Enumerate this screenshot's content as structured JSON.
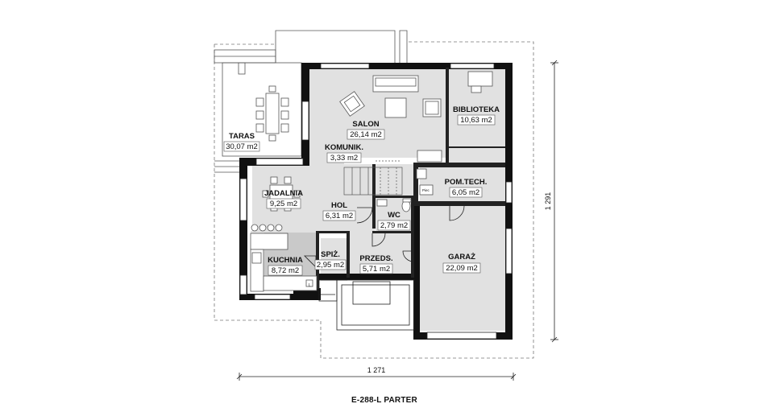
{
  "plan": {
    "caption": "E-288-L PARTER",
    "dim_width": "1 271",
    "dim_height": "1 291",
    "rooms": [
      {
        "name": "TARAS",
        "area": "30,07 m2"
      },
      {
        "name": "SALON",
        "area": "26,14 m2"
      },
      {
        "name": "BIBLIOTEKA",
        "area": "10,63 m2"
      },
      {
        "name": "KOMUNIK.",
        "area": "3,33 m2"
      },
      {
        "name": "JADALNIA",
        "area": "9,25 m2"
      },
      {
        "name": "HOL",
        "area": "6,31 m2"
      },
      {
        "name": "WC",
        "area": "2,79 m2"
      },
      {
        "name": "POM.TECH.",
        "area": "6,05 m2"
      },
      {
        "name": "GARAŻ",
        "area": "22,09 m2"
      },
      {
        "name": "KUCHNIA",
        "area": "8,72 m2"
      },
      {
        "name": "SPIŻ.",
        "area": "2,95 m2"
      },
      {
        "name": "PRZEDS.",
        "area": "5,71 m2"
      }
    ],
    "fixtures": {
      "boiler_label": "Piec",
      "sink_label": "L"
    }
  }
}
